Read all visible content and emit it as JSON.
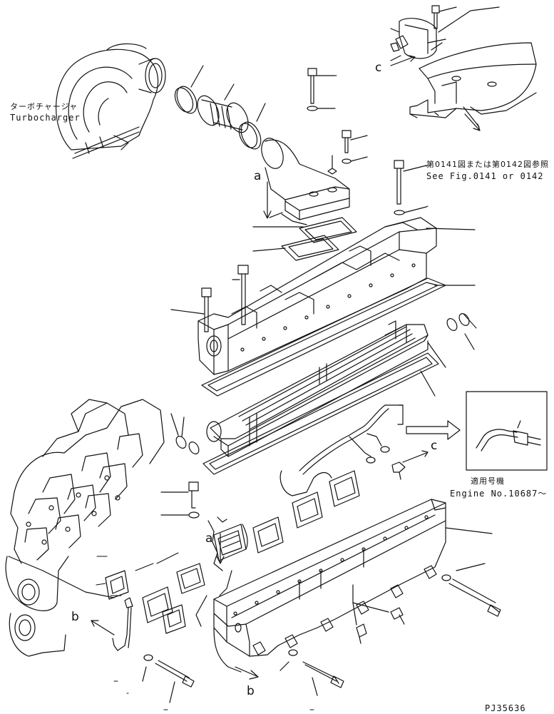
{
  "labels": {
    "turbo_jp": "ターボチャージャ",
    "turbo_en": "Turbocharger",
    "fig_ref_jp": "第0141図または第0142図参照",
    "fig_ref_en": "See Fig.0141 or 0142",
    "applicable_jp": "適用号機",
    "engine_no": "Engine No.10687～",
    "drawing_id": "PJ35636"
  },
  "reference_letters": {
    "a_top": "a",
    "a_mid": "a",
    "b_left": "b",
    "b_bottom": "b",
    "c_top": "c",
    "c_mid": "c"
  },
  "colors": {
    "ink": "#111111",
    "paper": "#ffffff"
  }
}
